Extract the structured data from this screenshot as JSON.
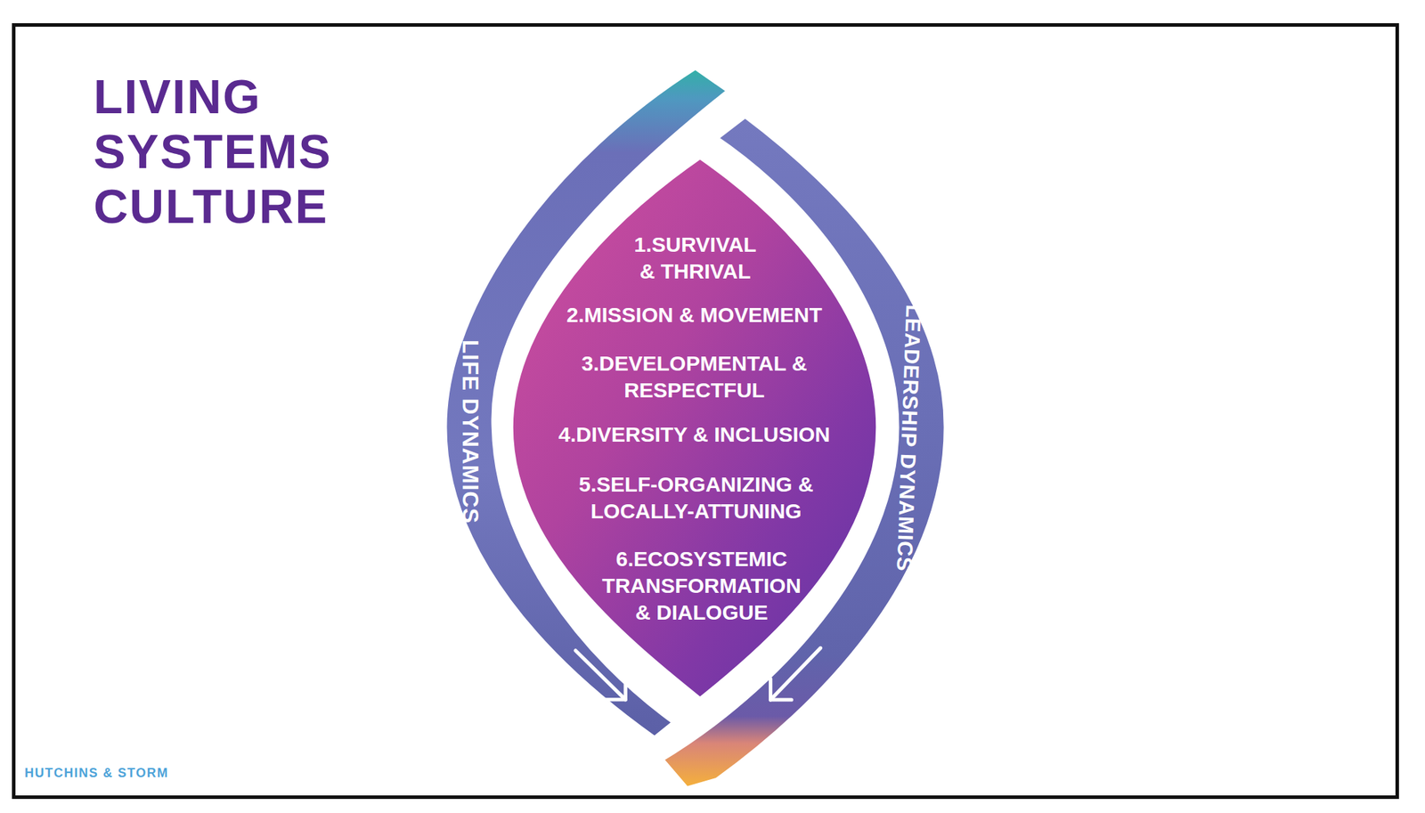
{
  "diagram": {
    "title": "LIVING SYSTEMS CULTURE",
    "nodes": [
      {
        "text": [
          "LIFE DYNAMICS"
        ]
      },
      {
        "text": [
          "1.SURVIVAL & THRIVAL",
          "2.MISSION & MOVEMENT",
          "3.DEVELOPMENTAL & RESPECTFUL",
          "4.DIVERSITY & INCLUSION",
          "5.SELF-ORGANIZING & LOCALLY-ATTUNING",
          "6.ECOSYSTEMIC TRANSFORMATION & DIALOGUE"
        ]
      },
      {
        "text": [
          "LEADERSHIP DYNAMICS"
        ]
      }
    ],
    "labels": [
      "HUTCHINS & STORM"
    ]
  }
}
